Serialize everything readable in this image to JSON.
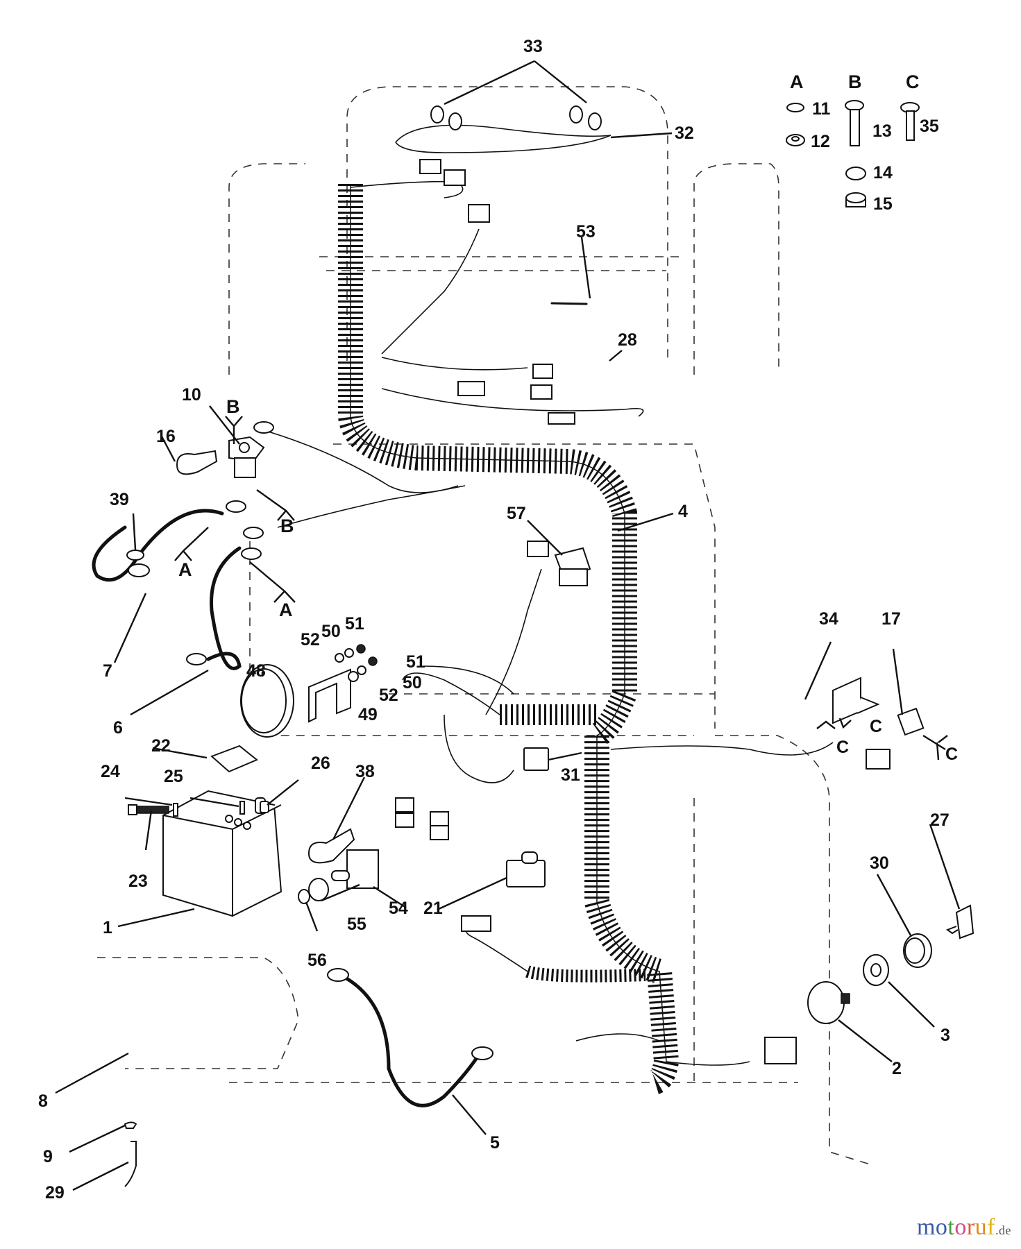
{
  "diagram": {
    "title": "Electrical system parts diagram (riding mower wiring harness)",
    "part_labels": [
      {
        "id": "p1",
        "text": "1"
      },
      {
        "id": "p2",
        "text": "2"
      },
      {
        "id": "p3",
        "text": "3"
      },
      {
        "id": "p4",
        "text": "4"
      },
      {
        "id": "p5",
        "text": "5"
      },
      {
        "id": "p6",
        "text": "6"
      },
      {
        "id": "p7",
        "text": "7"
      },
      {
        "id": "p8",
        "text": "8"
      },
      {
        "id": "p9",
        "text": "9"
      },
      {
        "id": "p10",
        "text": "10"
      },
      {
        "id": "p11",
        "text": "11"
      },
      {
        "id": "p12",
        "text": "12"
      },
      {
        "id": "p13",
        "text": "13"
      },
      {
        "id": "p14",
        "text": "14"
      },
      {
        "id": "p15",
        "text": "15"
      },
      {
        "id": "p16",
        "text": "16"
      },
      {
        "id": "p17",
        "text": "17"
      },
      {
        "id": "p21",
        "text": "21"
      },
      {
        "id": "p22",
        "text": "22"
      },
      {
        "id": "p23",
        "text": "23"
      },
      {
        "id": "p24",
        "text": "24"
      },
      {
        "id": "p25",
        "text": "25"
      },
      {
        "id": "p26",
        "text": "26"
      },
      {
        "id": "p27",
        "text": "27"
      },
      {
        "id": "p28",
        "text": "28"
      },
      {
        "id": "p29",
        "text": "29"
      },
      {
        "id": "p30",
        "text": "30"
      },
      {
        "id": "p31",
        "text": "31"
      },
      {
        "id": "p32",
        "text": "32"
      },
      {
        "id": "p33",
        "text": "33"
      },
      {
        "id": "p34",
        "text": "34"
      },
      {
        "id": "p35",
        "text": "35"
      },
      {
        "id": "p38",
        "text": "38"
      },
      {
        "id": "p39",
        "text": "39"
      },
      {
        "id": "p48",
        "text": "48"
      },
      {
        "id": "p49",
        "text": "49"
      },
      {
        "id": "p50a",
        "text": "50"
      },
      {
        "id": "p50b",
        "text": "50"
      },
      {
        "id": "p51a",
        "text": "51"
      },
      {
        "id": "p51b",
        "text": "51"
      },
      {
        "id": "p52a",
        "text": "52"
      },
      {
        "id": "p52b",
        "text": "52"
      },
      {
        "id": "p53",
        "text": "53"
      },
      {
        "id": "p54",
        "text": "54"
      },
      {
        "id": "p55",
        "text": "55"
      },
      {
        "id": "p56",
        "text": "56"
      },
      {
        "id": "p57",
        "text": "57"
      }
    ],
    "hardware_keys": {
      "headers": [
        "A",
        "B",
        "C"
      ],
      "groups": [
        {
          "key": "A",
          "parts": [
            "11",
            "12"
          ],
          "description": "lock washer, flat washer"
        },
        {
          "key": "B",
          "parts": [
            "13",
            "14",
            "15"
          ],
          "description": "screw, star washer, nut"
        },
        {
          "key": "C",
          "parts": [
            "35"
          ],
          "description": "screw"
        }
      ]
    },
    "callout_letters": [
      {
        "id": "cB1",
        "text": "B"
      },
      {
        "id": "cB2",
        "text": "B"
      },
      {
        "id": "cA1",
        "text": "A"
      },
      {
        "id": "cA2",
        "text": "A"
      },
      {
        "id": "cC1",
        "text": "C"
      },
      {
        "id": "cC2",
        "text": "C"
      },
      {
        "id": "cC3",
        "text": "C"
      }
    ]
  },
  "watermark": {
    "letters": [
      {
        "ch": "m",
        "color": "#3a5aa8"
      },
      {
        "ch": "o",
        "color": "#3a5aa8"
      },
      {
        "ch": "t",
        "color": "#4a9a3c"
      },
      {
        "ch": "o",
        "color": "#d24b8c"
      },
      {
        "ch": "r",
        "color": "#e05a2a"
      },
      {
        "ch": "u",
        "color": "#e58a1c"
      },
      {
        "ch": "f",
        "color": "#e0b318"
      }
    ],
    "tld": ".de"
  }
}
